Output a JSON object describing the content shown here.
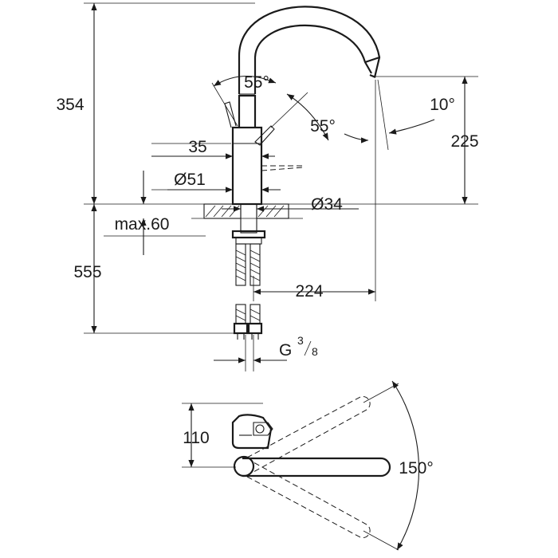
{
  "dimensions": {
    "height_total": "354",
    "spout_angle_left": "55°",
    "spout_angle_right": "55°",
    "spout_tilt": "10°",
    "spout_height": "225",
    "lever_offset": "35",
    "body_diameter": "Ø51",
    "hole_diameter": "Ø34",
    "max_deck": "max.60",
    "hose_length": "555",
    "spout_reach": "224",
    "thread_g": "G",
    "thread_num": "3",
    "thread_den": "8",
    "top_depth": "110",
    "swivel_angle": "150°"
  },
  "colors": {
    "line": "#1a1a1a",
    "background": "#ffffff"
  }
}
